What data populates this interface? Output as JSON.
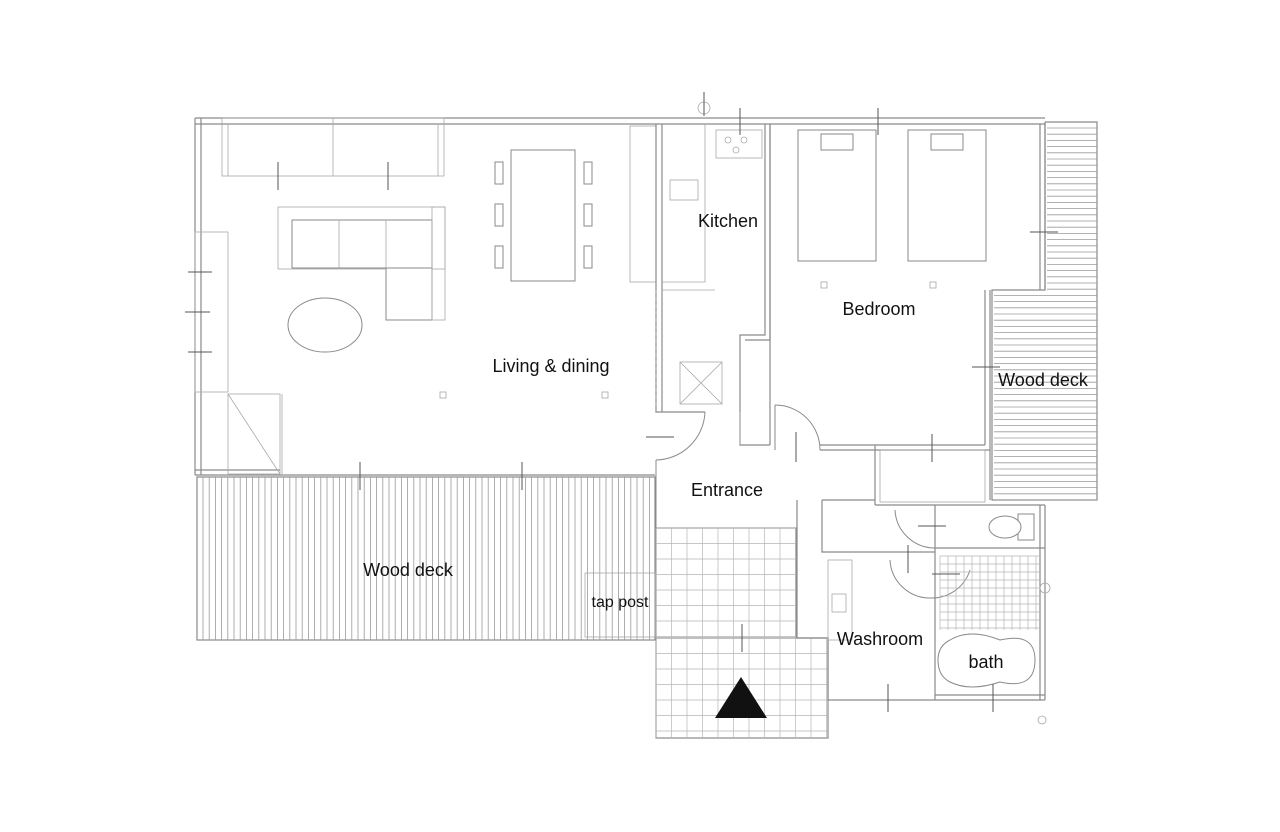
{
  "rooms": {
    "living_dining": "Living & dining",
    "kitchen": "Kitchen",
    "bedroom": "Bedroom",
    "wood_deck_right": "Wood deck",
    "entrance": "Entrance",
    "wood_deck_main": "Wood deck",
    "tap_post": "tap post",
    "washroom": "Washroom",
    "bath": "bath"
  },
  "colors": {
    "background": "#ffffff",
    "lines": "#8a8a8a",
    "entrance_marker": "#111111"
  },
  "icons": {
    "entrance_marker": "triangle-icon"
  }
}
